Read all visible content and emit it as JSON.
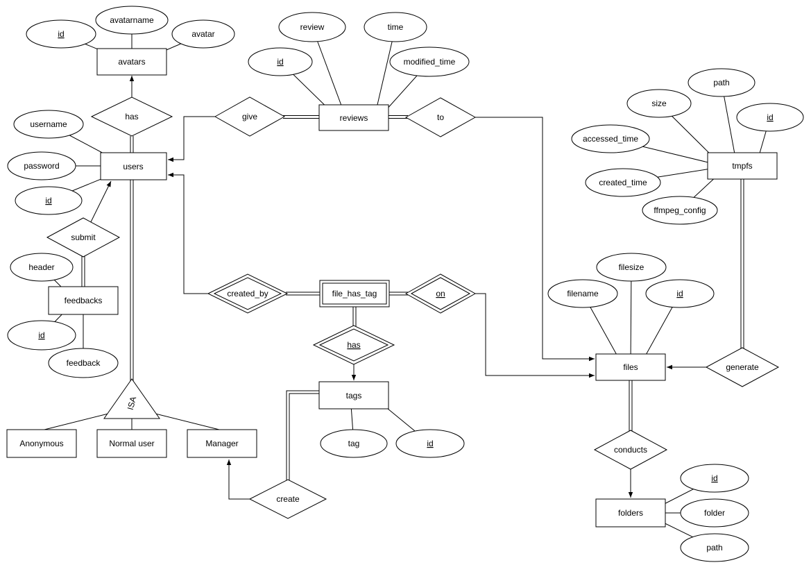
{
  "diagram": {
    "type": "entity-relationship-diagram",
    "colors": {
      "stroke": "#000000",
      "fill": "#ffffff",
      "background": "#ffffff"
    },
    "entities": {
      "avatars": {
        "label": "avatars"
      },
      "users": {
        "label": "users"
      },
      "reviews": {
        "label": "reviews"
      },
      "tmpfs": {
        "label": "tmpfs"
      },
      "feedbacks": {
        "label": "feedbacks"
      },
      "file_has_tag": {
        "label": "file_has_tag",
        "weak": true
      },
      "files": {
        "label": "files"
      },
      "tags": {
        "label": "tags"
      },
      "folders": {
        "label": "folders"
      },
      "anonymous": {
        "label": "Anonymous"
      },
      "normal_user": {
        "label": "Normal user"
      },
      "manager": {
        "label": "Manager"
      }
    },
    "relationships": {
      "has_avatar": {
        "label": "has"
      },
      "give": {
        "label": "give"
      },
      "to": {
        "label": "to"
      },
      "submit": {
        "label": "submit"
      },
      "created_by": {
        "label": "created_by",
        "identifying": true
      },
      "on": {
        "label": "on",
        "identifying": true,
        "underlined": true
      },
      "has_tag": {
        "label": "has",
        "identifying": true,
        "underlined": true
      },
      "generate": {
        "label": "generate"
      },
      "conducts": {
        "label": "conducts"
      },
      "create": {
        "label": "create"
      }
    },
    "isa": {
      "label": "ISA"
    },
    "attributes": {
      "avatars_id": {
        "label": "id",
        "primary_key": true
      },
      "avatarname": {
        "label": "avatarname"
      },
      "avatar": {
        "label": "avatar"
      },
      "review": {
        "label": "review"
      },
      "time": {
        "label": "time"
      },
      "reviews_id": {
        "label": "id",
        "primary_key": true
      },
      "modified_time": {
        "label": "modified_time"
      },
      "tmpfs_path": {
        "label": "path"
      },
      "tmpfs_size": {
        "label": "size"
      },
      "tmpfs_id": {
        "label": "id",
        "primary_key": true
      },
      "accessed_time": {
        "label": "accessed_time"
      },
      "created_time": {
        "label": "created_time"
      },
      "ffmpeg_config": {
        "label": "ffmpeg_config"
      },
      "username": {
        "label": "username"
      },
      "password": {
        "label": "password"
      },
      "users_id": {
        "label": "id",
        "primary_key": true
      },
      "header": {
        "label": "header"
      },
      "feedbacks_id": {
        "label": "id",
        "primary_key": true
      },
      "feedback": {
        "label": "feedback"
      },
      "filesize": {
        "label": "filesize"
      },
      "filename": {
        "label": "filename"
      },
      "files_id": {
        "label": "id",
        "primary_key": true
      },
      "tag": {
        "label": "tag"
      },
      "tags_id": {
        "label": "id",
        "primary_key": true
      },
      "folders_id": {
        "label": "id",
        "primary_key": true
      },
      "folder": {
        "label": "folder"
      },
      "folders_path": {
        "label": "path"
      }
    }
  }
}
